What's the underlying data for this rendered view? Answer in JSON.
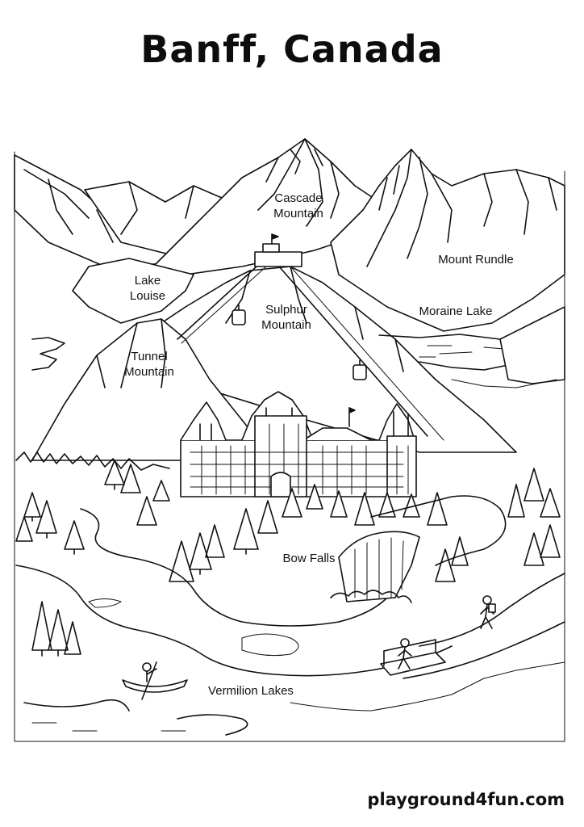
{
  "title": "Banff, Canada",
  "labels": {
    "cascade_mountain": "Cascade\nMountain",
    "mount_rundle": "Mount Rundle",
    "lake_louise": "Lake\nLouise",
    "sulphur_mountain": "Sulphur\nMountain",
    "moraine_lake": "Moraine Lake",
    "tunnel_mountain": "Tunnel\nMountain",
    "bow_falls": "Bow Falls",
    "vermilion_lakes": "Vermilion Lakes"
  },
  "footer": "playground4fun.com"
}
